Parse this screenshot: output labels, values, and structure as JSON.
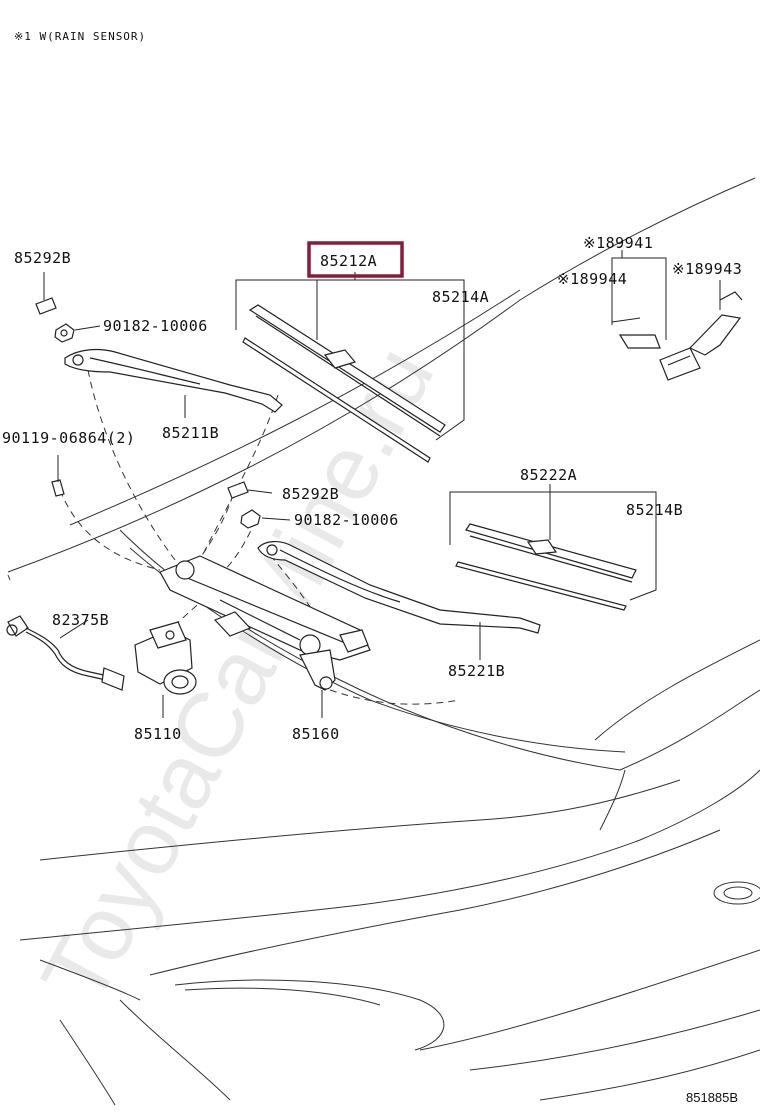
{
  "header_note": "※1 W(RAIN SENSOR)",
  "watermark": "ToyotaCarMine.ru",
  "diagram_ref": "851885B",
  "highlight_color": "#8b1a3a",
  "parts": {
    "p85212A": "85212A",
    "p85214A": "85214A",
    "p85292B_top": "85292B",
    "p90182_top": "90182-10006",
    "p85211B": "85211B",
    "p90119": "90119-06864(2)",
    "p85292B_mid": "85292B",
    "p90182_mid": "90182-10006",
    "p85222A": "85222A",
    "p85214B": "85214B",
    "p82375B": "82375B",
    "p85221B": "85221B",
    "p85110": "85110",
    "p85160": "85160",
    "p89941": "※189941",
    "p89944": "※189944",
    "p89943": "※189943"
  }
}
